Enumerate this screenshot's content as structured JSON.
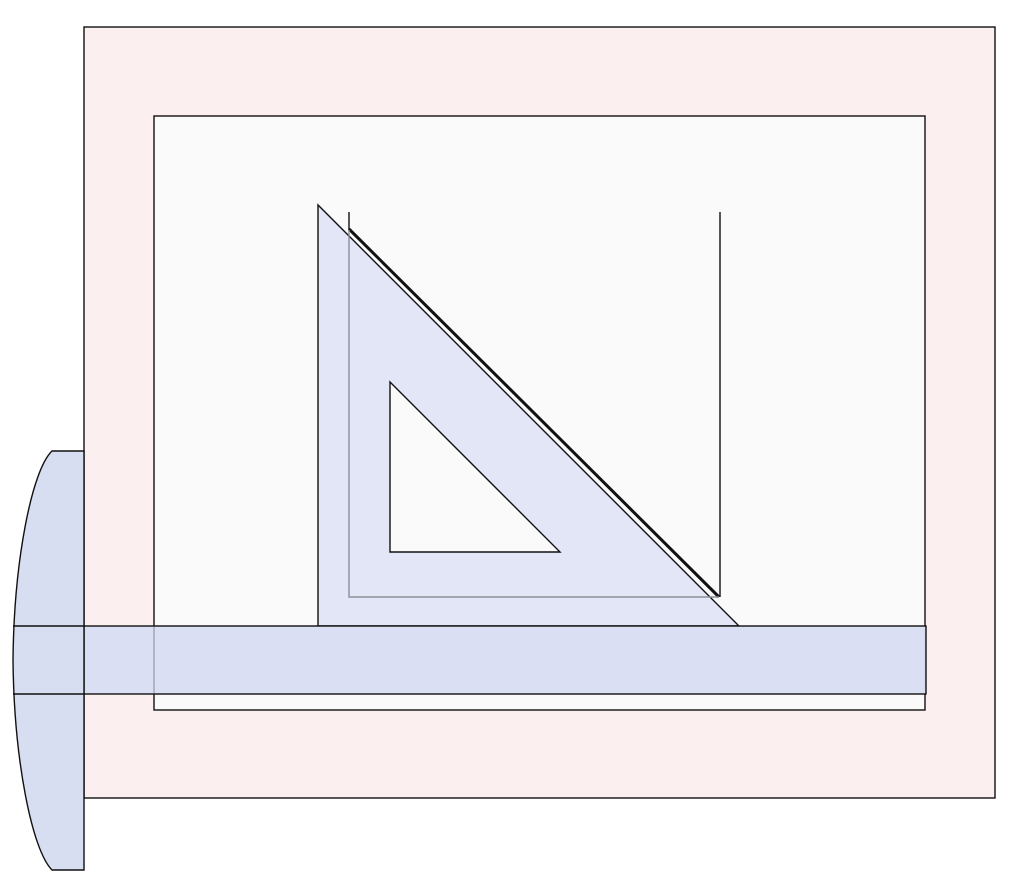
{
  "diagram": {
    "labels": [],
    "components": [
      {
        "name": "drawing-board",
        "fill": "#fbf0ef"
      },
      {
        "name": "paper-sheet",
        "fill": "#fafafa"
      },
      {
        "name": "t-square",
        "fill": "#d8def2"
      },
      {
        "name": "set-square",
        "fill": "#e3e6f6"
      }
    ],
    "stroke_color": "#111111"
  }
}
